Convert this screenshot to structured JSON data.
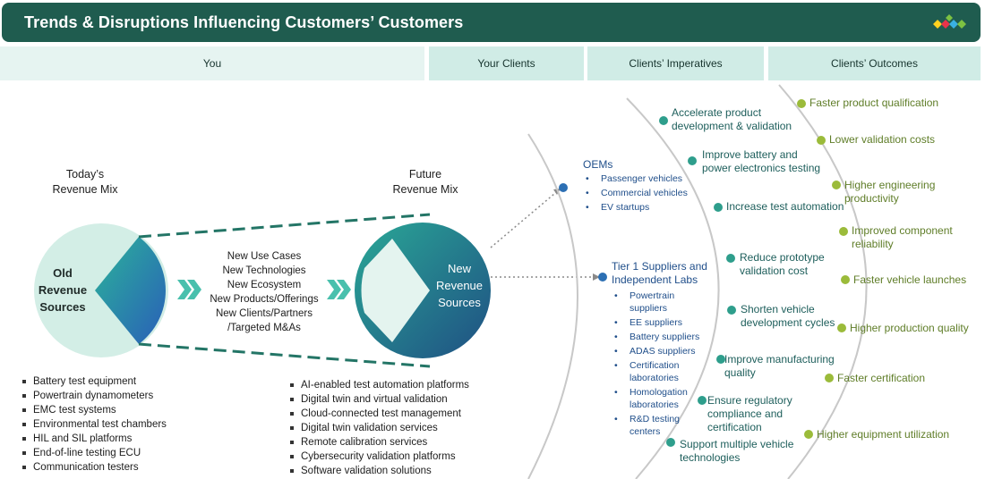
{
  "header": {
    "title": "Trends & Disruptions Influencing Customers’ Customers"
  },
  "tabs": [
    "You",
    "Your Clients",
    "Clients’ Imperatives",
    "Clients’ Outcomes"
  ],
  "today": {
    "title": [
      "Today’s",
      "Revenue Mix"
    ],
    "label": [
      "Old",
      "Revenue",
      "Sources"
    ]
  },
  "future": {
    "title": [
      "Future",
      "Revenue Mix"
    ],
    "label": [
      "New",
      "Revenue",
      "Sources"
    ]
  },
  "drivers": [
    "New Use Cases",
    "New Technologies",
    "New Ecosystem",
    "New Products/Offerings",
    "New Clients/Partners",
    "/Targeted M&As"
  ],
  "old_sources": [
    "Battery test equipment",
    "Powertrain dynamometers",
    "EMC test systems",
    "Environmental test chambers",
    "HIL and SIL platforms",
    " End-of-line testing ECU",
    "Communication testers"
  ],
  "new_sources": [
    "AI-enabled test automation platforms",
    "Digital twin and virtual validation",
    "Cloud-connected test management",
    "Digital twin validation services",
    "Remote calibration services",
    "Cybersecurity validation platforms",
    "Software validation solutions"
  ],
  "clients": {
    "oems": {
      "title": "OEMs",
      "items": [
        "Passenger vehicles",
        "Commercial vehicles",
        "EV startups"
      ]
    },
    "tier1": {
      "title": [
        "Tier 1 Suppliers and",
        "Independent Labs"
      ],
      "items": [
        [
          "Powertrain",
          "suppliers"
        ],
        [
          " EE suppliers"
        ],
        [
          "Battery suppliers"
        ],
        [
          "ADAS suppliers"
        ],
        [
          "Certification",
          "laboratories"
        ],
        [
          "Homologation",
          "laboratories"
        ],
        [
          "R&D testing",
          "centers"
        ]
      ]
    }
  },
  "imperatives": [
    [
      "Accelerate product",
      "development & validation"
    ],
    [
      "Improve battery and",
      "power electronics testing"
    ],
    [
      "Increase test automation"
    ],
    [
      "Reduce prototype",
      "validation cost"
    ],
    [
      "Shorten vehicle",
      "development cycles"
    ],
    [
      "Improve manufacturing",
      "quality"
    ],
    [
      "Ensure regulatory",
      "compliance and",
      "certification"
    ],
    [
      "Support multiple vehicle",
      "technologies"
    ]
  ],
  "outcomes": [
    [
      "Faster product qualification"
    ],
    [
      "Lower validation costs"
    ],
    [
      "Higher engineering productivity"
    ],
    [
      "Improved component",
      "reliability"
    ],
    [
      "Faster vehicle launches"
    ],
    [
      "Higher production quality"
    ],
    [
      "Faster certification"
    ],
    [
      "Higher equipment utilization"
    ]
  ],
  "colors": {
    "header": "#1f5c4f",
    "tab": "#d0ece6",
    "teal_dot": "#2e9e8c",
    "olive_dot": "#9bbb3a",
    "client_dot": "#2c6fb3"
  }
}
